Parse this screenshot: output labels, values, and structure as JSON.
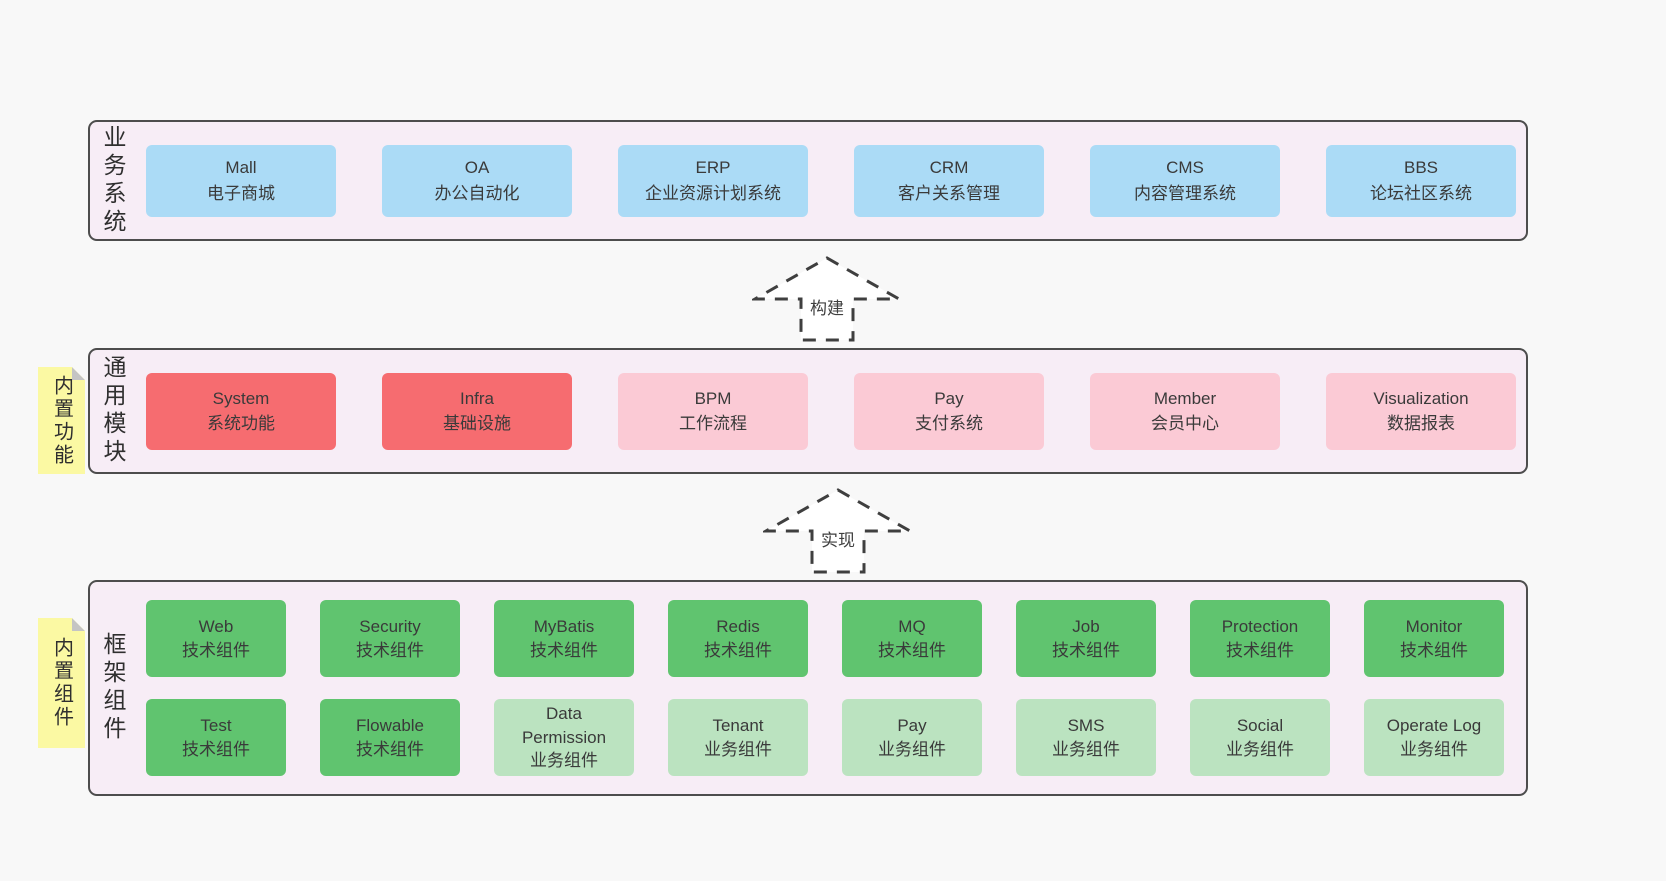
{
  "colors": {
    "background": "#f8f8f8",
    "container_fill": "#f7edf6",
    "container_border": "#4d4d4d",
    "blue_box": "#abdbf6",
    "red_box": "#f66c70",
    "pink_box": "#fbcad5",
    "green_box": "#60c46f",
    "light_green_box": "#bbe3c0",
    "sticky_note": "#fbf9a3",
    "text": "#3a3a3a"
  },
  "notes": [
    {
      "label": "内置功能"
    },
    {
      "label": "内置组件"
    }
  ],
  "arrows": [
    {
      "label": "构建"
    },
    {
      "label": "实现"
    }
  ],
  "sections": [
    {
      "label": "业务系统",
      "items": [
        {
          "name": "Mall",
          "desc": "电子商城",
          "variant": "blue"
        },
        {
          "name": "OA",
          "desc": "办公自动化",
          "variant": "blue"
        },
        {
          "name": "ERP",
          "desc": "企业资源计划系统",
          "variant": "blue"
        },
        {
          "name": "CRM",
          "desc": "客户关系管理",
          "variant": "blue"
        },
        {
          "name": "CMS",
          "desc": "内容管理系统",
          "variant": "blue"
        },
        {
          "name": "BBS",
          "desc": "论坛社区系统",
          "variant": "blue"
        }
      ]
    },
    {
      "label": "通用模块",
      "items": [
        {
          "name": "System",
          "desc": "系统功能",
          "variant": "red"
        },
        {
          "name": "Infra",
          "desc": "基础设施",
          "variant": "red"
        },
        {
          "name": "BPM",
          "desc": "工作流程",
          "variant": "pink"
        },
        {
          "name": "Pay",
          "desc": "支付系统",
          "variant": "pink"
        },
        {
          "name": "Member",
          "desc": "会员中心",
          "variant": "pink"
        },
        {
          "name": "Visualization",
          "desc": "数据报表",
          "variant": "pink"
        }
      ]
    },
    {
      "label": "框架组件",
      "items": [
        {
          "name": "Web",
          "desc": "技术组件",
          "variant": "green"
        },
        {
          "name": "Security",
          "desc": "技术组件",
          "variant": "green"
        },
        {
          "name": "MyBatis",
          "desc": "技术组件",
          "variant": "green"
        },
        {
          "name": "Redis",
          "desc": "技术组件",
          "variant": "green"
        },
        {
          "name": "MQ",
          "desc": "技术组件",
          "variant": "green"
        },
        {
          "name": "Job",
          "desc": "技术组件",
          "variant": "green"
        },
        {
          "name": "Protection",
          "desc": "技术组件",
          "variant": "green"
        },
        {
          "name": "Monitor",
          "desc": "技术组件",
          "variant": "green"
        },
        {
          "name": "Test",
          "desc": "技术组件",
          "variant": "green"
        },
        {
          "name": "Flowable",
          "desc": "技术组件",
          "variant": "green"
        },
        {
          "name": "Data Permission",
          "desc": "业务组件",
          "variant": "green-light"
        },
        {
          "name": "Tenant",
          "desc": "业务组件",
          "variant": "green-light"
        },
        {
          "name": "Pay",
          "desc": "业务组件",
          "variant": "green-light"
        },
        {
          "name": "SMS",
          "desc": "业务组件",
          "variant": "green-light"
        },
        {
          "name": "Social",
          "desc": "业务组件",
          "variant": "green-light"
        },
        {
          "name": "Operate Log",
          "desc": "业务组件",
          "variant": "green-light"
        }
      ]
    }
  ]
}
